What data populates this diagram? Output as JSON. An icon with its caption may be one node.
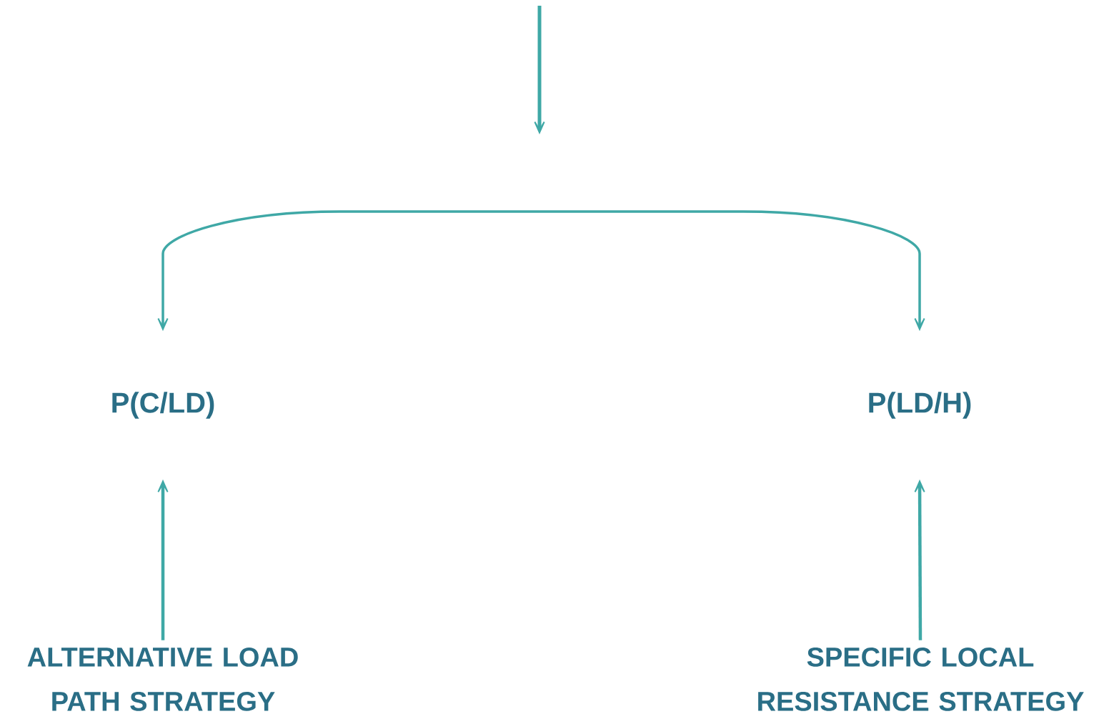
{
  "diagram": {
    "nodes": [
      {
        "text": [
          "P(C/LD)"
        ]
      },
      {
        "text": [
          "P(LD/H)"
        ]
      },
      {
        "text": [
          "ALTERNATIVE LOAD PATH STRATEGY"
        ]
      },
      {
        "text": [
          "SPECIFIC LOCAL RESISTANCE STRATEGY"
        ]
      }
    ],
    "edges": [
      {
        "from": null,
        "to": 0,
        "arrow": "to"
      },
      {
        "from": null,
        "to": 1,
        "arrow": "to"
      },
      {
        "from": 2,
        "to": 0,
        "arrow": "to"
      },
      {
        "from": 3,
        "to": 1,
        "arrow": "to"
      }
    ]
  }
}
